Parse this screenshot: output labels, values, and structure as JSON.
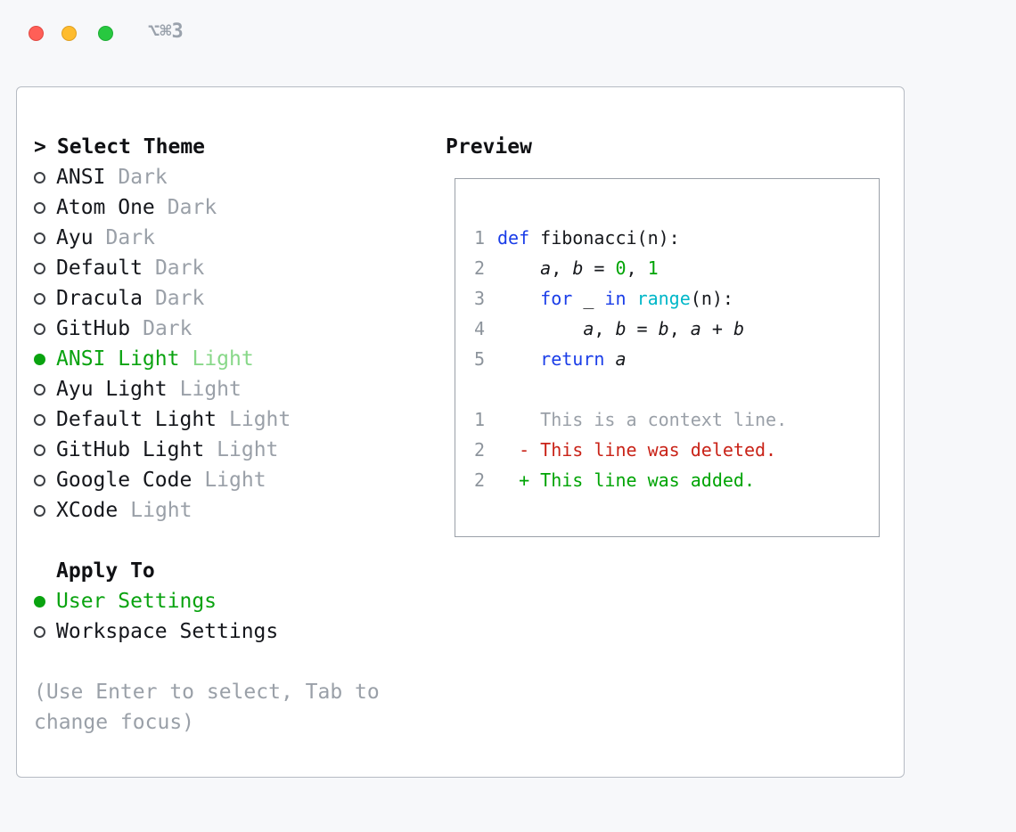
{
  "window": {
    "title": "⌥⌘3"
  },
  "palette": {
    "selected_green": "#0aa310",
    "selected_green_light": "#88d889",
    "keyword_blue": "#1a3de8",
    "builtin_cyan": "#00b7c8",
    "number_green": "#00a405",
    "deleted_red": "#c92318",
    "muted_gray": "#9aa0a8",
    "traffic_red": "#ff5f57",
    "traffic_yellow": "#febc2e",
    "traffic_green": "#28c840"
  },
  "theme_list": {
    "prompt": ">",
    "heading": "Select Theme",
    "items": [
      {
        "name": "ANSI",
        "variant": "Dark",
        "selected": false
      },
      {
        "name": "Atom One",
        "variant": "Dark",
        "selected": false
      },
      {
        "name": "Ayu",
        "variant": "Dark",
        "selected": false
      },
      {
        "name": "Default",
        "variant": "Dark",
        "selected": false
      },
      {
        "name": "Dracula",
        "variant": "Dark",
        "selected": false
      },
      {
        "name": "GitHub",
        "variant": "Dark",
        "selected": false
      },
      {
        "name": "ANSI Light",
        "variant": "Light",
        "selected": true
      },
      {
        "name": "Ayu Light",
        "variant": "Light",
        "selected": false
      },
      {
        "name": "Default Light",
        "variant": "Light",
        "selected": false
      },
      {
        "name": "GitHub Light",
        "variant": "Light",
        "selected": false
      },
      {
        "name": "Google Code",
        "variant": "Light",
        "selected": false
      },
      {
        "name": "XCode",
        "variant": "Light",
        "selected": false
      }
    ]
  },
  "apply_to": {
    "heading": "Apply To",
    "options": [
      {
        "label": "User Settings",
        "selected": true
      },
      {
        "label": "Workspace Settings",
        "selected": false
      }
    ]
  },
  "hint": "(Use Enter to select, Tab to change focus)",
  "preview": {
    "heading": "Preview",
    "lines": [
      {
        "num": "1",
        "tokens": [
          {
            "t": "def",
            "c": "kw"
          },
          {
            "t": " fibonacci(n):",
            "c": "plain"
          }
        ]
      },
      {
        "num": "2",
        "tokens": [
          {
            "t": "    ",
            "c": "plain"
          },
          {
            "t": "a",
            "c": "var"
          },
          {
            "t": ", ",
            "c": "plain"
          },
          {
            "t": "b",
            "c": "var"
          },
          {
            "t": " = ",
            "c": "plain"
          },
          {
            "t": "0",
            "c": "num"
          },
          {
            "t": ", ",
            "c": "plain"
          },
          {
            "t": "1",
            "c": "num"
          }
        ]
      },
      {
        "num": "3",
        "tokens": [
          {
            "t": "    ",
            "c": "plain"
          },
          {
            "t": "for",
            "c": "kw"
          },
          {
            "t": " _ ",
            "c": "plain"
          },
          {
            "t": "in",
            "c": "kw"
          },
          {
            "t": " ",
            "c": "plain"
          },
          {
            "t": "range",
            "c": "builtin"
          },
          {
            "t": "(n):",
            "c": "plain"
          }
        ]
      },
      {
        "num": "4",
        "tokens": [
          {
            "t": "        ",
            "c": "plain"
          },
          {
            "t": "a",
            "c": "var"
          },
          {
            "t": ", ",
            "c": "plain"
          },
          {
            "t": "b",
            "c": "var"
          },
          {
            "t": " = ",
            "c": "plain"
          },
          {
            "t": "b",
            "c": "var"
          },
          {
            "t": ", ",
            "c": "plain"
          },
          {
            "t": "a",
            "c": "var"
          },
          {
            "t": " + ",
            "c": "plain"
          },
          {
            "t": "b",
            "c": "var"
          }
        ]
      },
      {
        "num": "5",
        "tokens": [
          {
            "t": "    ",
            "c": "plain"
          },
          {
            "t": "return",
            "c": "kw"
          },
          {
            "t": " ",
            "c": "plain"
          },
          {
            "t": "a",
            "c": "var"
          }
        ]
      },
      {
        "num": "",
        "tokens": []
      },
      {
        "num": "1",
        "tokens": [
          {
            "t": "    This is a context line.",
            "c": "ctx"
          }
        ]
      },
      {
        "num": "2",
        "tokens": [
          {
            "t": "  - This line was deleted.",
            "c": "del"
          }
        ]
      },
      {
        "num": "2",
        "tokens": [
          {
            "t": "  + This line was added.",
            "c": "add"
          }
        ]
      }
    ]
  }
}
